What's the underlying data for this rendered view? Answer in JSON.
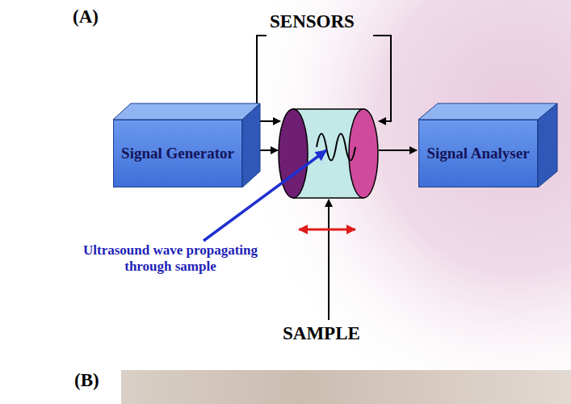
{
  "diagram": {
    "nodes": [
      {
        "text": [
          "Signal Generator"
        ]
      },
      {
        "text": [
          "Signal Analyser"
        ]
      }
    ],
    "labels": [
      "(A)",
      "SENSORS",
      "Ultrasound wave propagating through sample",
      "SAMPLE",
      "(B)"
    ]
  }
}
